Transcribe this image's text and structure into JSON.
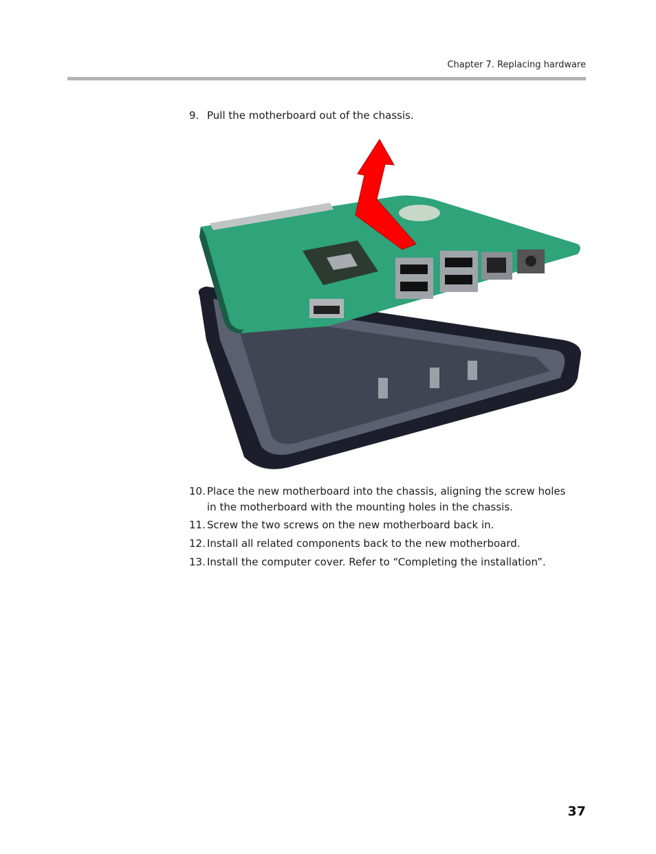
{
  "header": {
    "chapter_title": "Chapter 7. Replacing hardware",
    "rule_color": "#b3b3b3"
  },
  "steps": [
    {
      "number": "9.",
      "text": "Pull the motherboard out of the chassis."
    },
    {
      "number": "10.",
      "text_line1": "Place the new motherboard into the chassis, aligning the screw holes",
      "text_line2": "in the motherboard with the mounting holes in the chassis."
    },
    {
      "number": "11.",
      "text": "Screw the two screws on the new motherboard back in."
    },
    {
      "number": "12.",
      "text": "Install all related components back to the new motherboard."
    },
    {
      "number": "13.",
      "text": "Install the computer cover. Refer to “Completing the installation”."
    }
  ],
  "figure": {
    "description": "Motherboard being lifted out of chassis with red upward arrow",
    "arrow_color": "#ff0000",
    "board_color": "#2fa37a",
    "chassis_color": "#1c1f2b"
  },
  "footer": {
    "page_number": "37"
  }
}
